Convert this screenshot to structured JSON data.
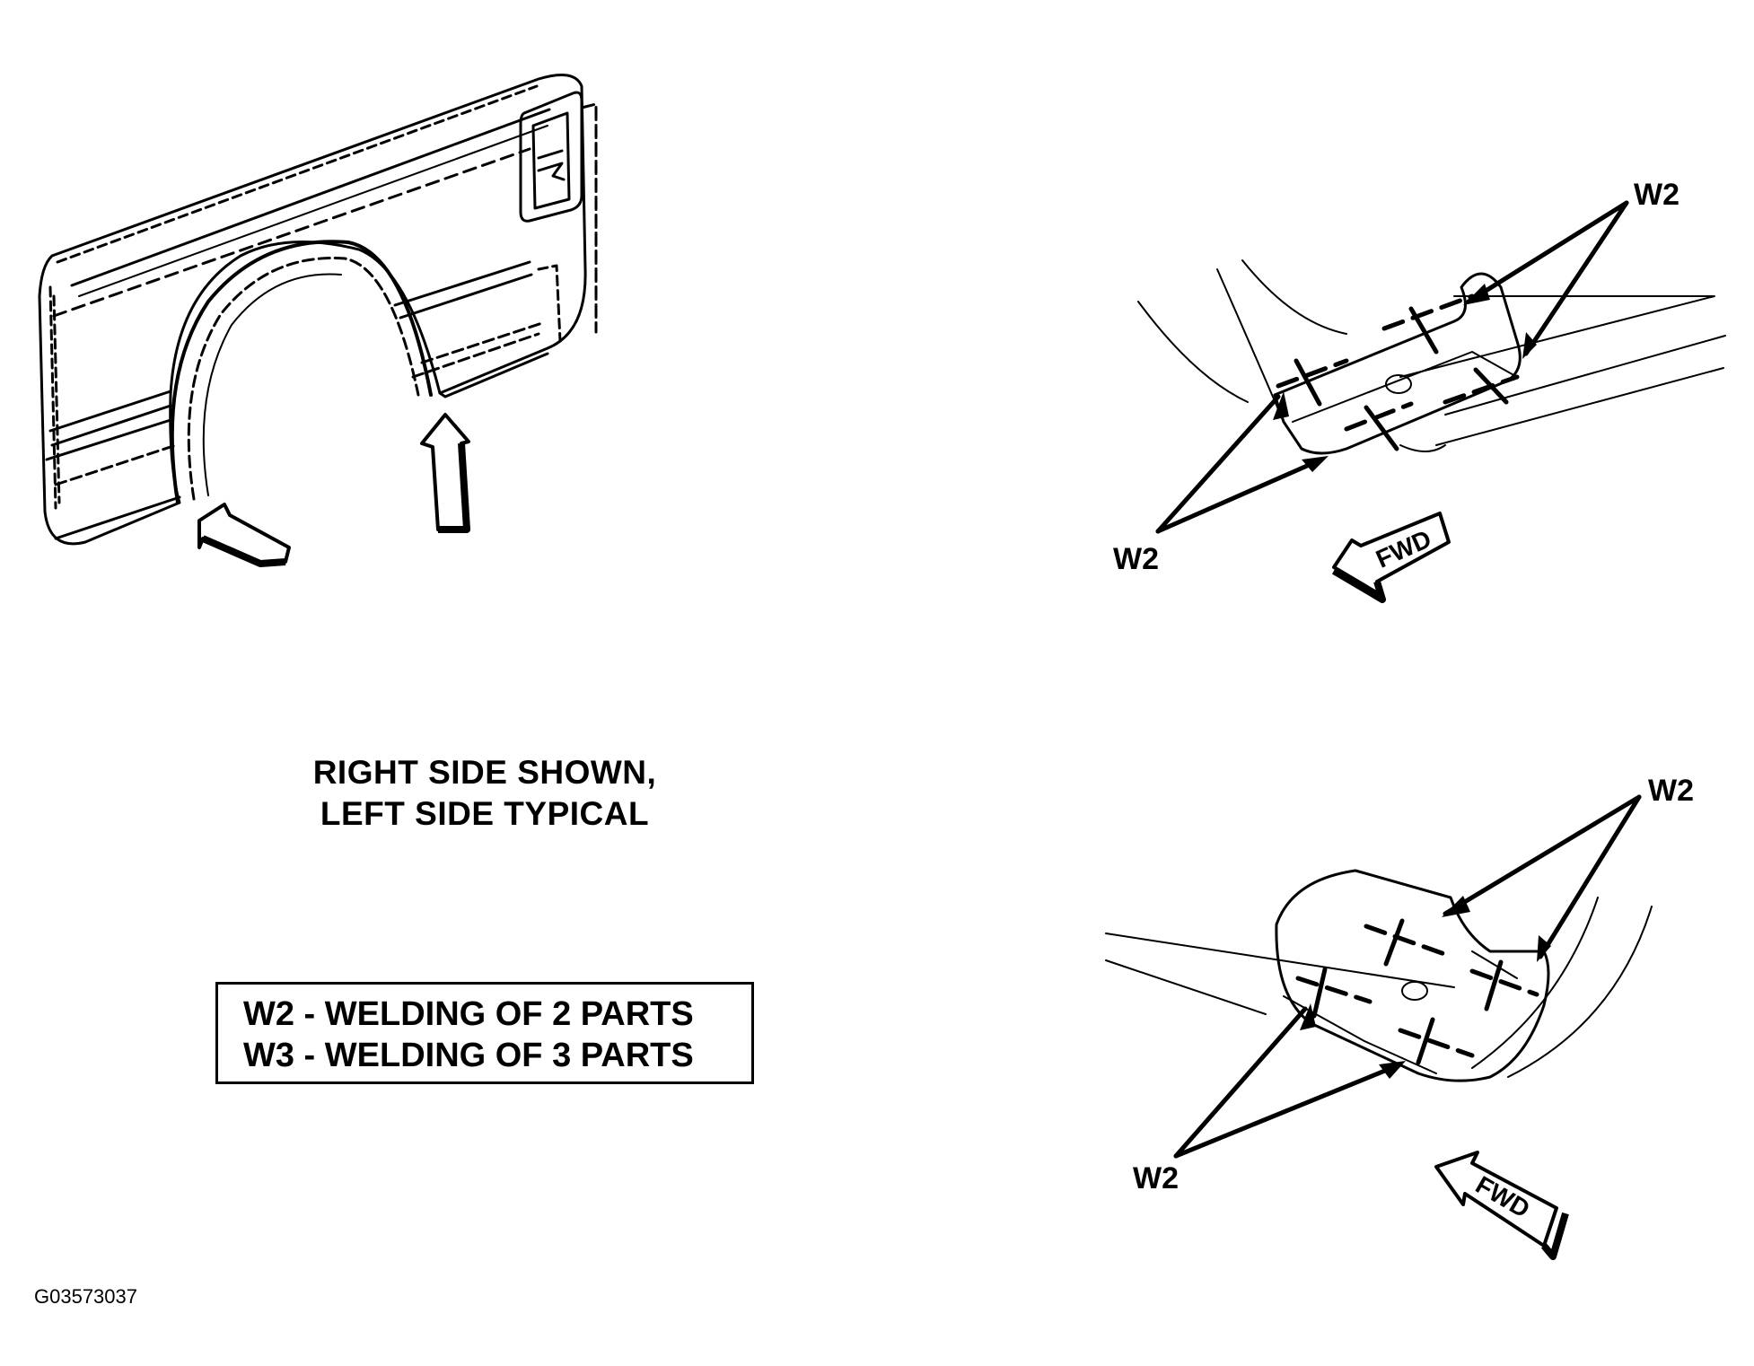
{
  "caption": {
    "line1": "RIGHT SIDE SHOWN,",
    "line2": "LEFT SIDE TYPICAL"
  },
  "legend": {
    "line1": "W2 - WELDING OF 2 PARTS",
    "line2": "W3 - WELDING OF 3 PARTS"
  },
  "figure_code": "G03573037",
  "top_detail": {
    "callout_upper": "W2",
    "callout_lower": "W2",
    "direction": "FWD"
  },
  "bottom_detail": {
    "callout_upper": "W2",
    "callout_lower": "W2",
    "direction": "FWD"
  }
}
